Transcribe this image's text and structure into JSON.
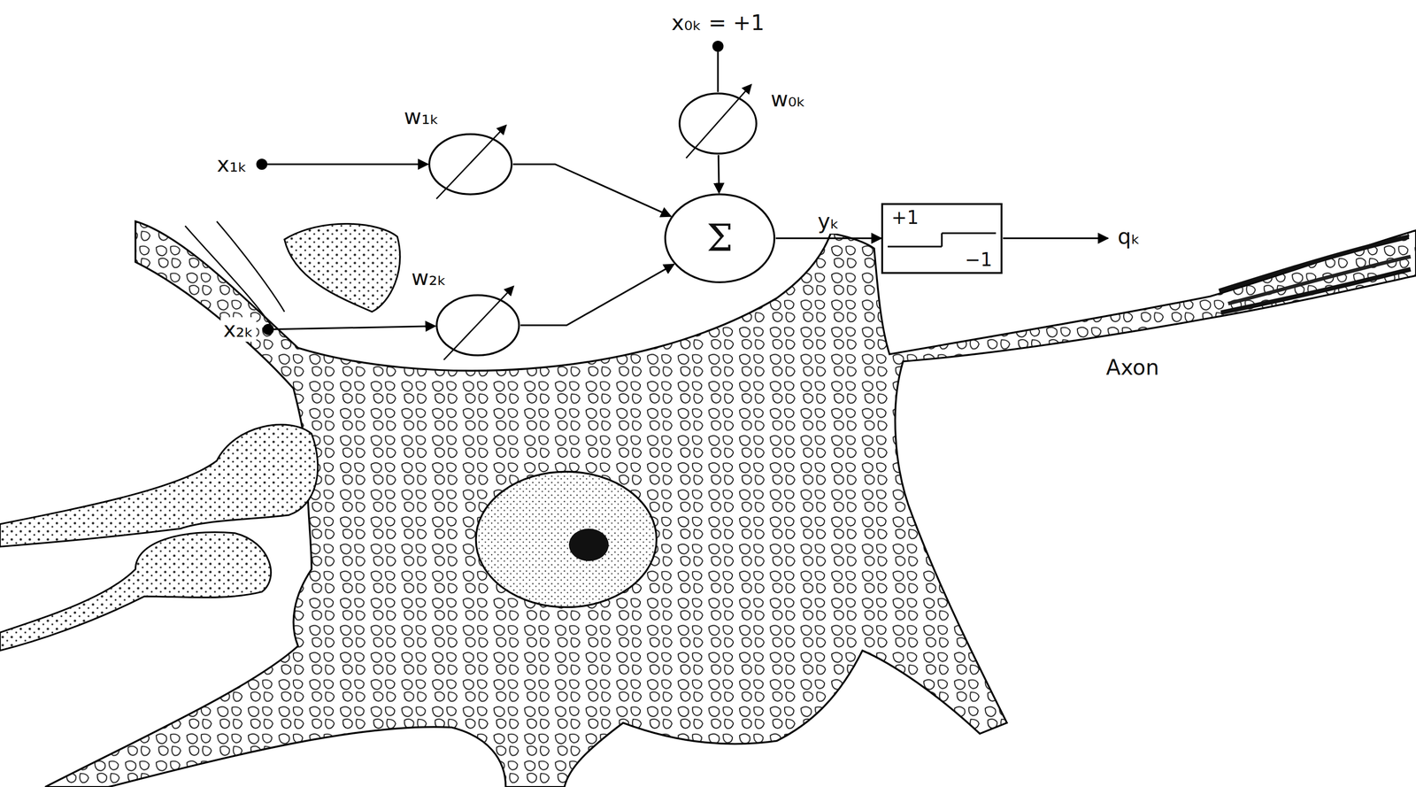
{
  "diagram": {
    "nodes": [
      {
        "text": [
          "x₀ₖ = +1"
        ]
      },
      {
        "text": [
          "w₀ₖ"
        ]
      },
      {
        "text": [
          "x₁ₖ"
        ]
      },
      {
        "text": [
          "w₁ₖ"
        ]
      },
      {
        "text": [
          "x₂ₖ"
        ]
      },
      {
        "text": [
          "w₂ₖ"
        ]
      },
      {
        "text": [
          "Σ"
        ]
      },
      {
        "text": [
          "+1",
          "−1"
        ]
      }
    ],
    "edges": [
      {
        "from": 0,
        "to": 1,
        "arrow": "none"
      },
      {
        "from": 1,
        "to": 6,
        "arrow": "to"
      },
      {
        "from": 2,
        "to": 3,
        "arrow": "to"
      },
      {
        "from": 3,
        "to": 6,
        "arrow": "to"
      },
      {
        "from": 4,
        "to": 5,
        "arrow": "to"
      },
      {
        "from": 5,
        "to": 6,
        "arrow": "to"
      },
      {
        "from": 6,
        "to": 7,
        "arrow": "to",
        "label": "yₖ"
      }
    ],
    "labels": [
      "qₖ",
      "Axon"
    ]
  }
}
